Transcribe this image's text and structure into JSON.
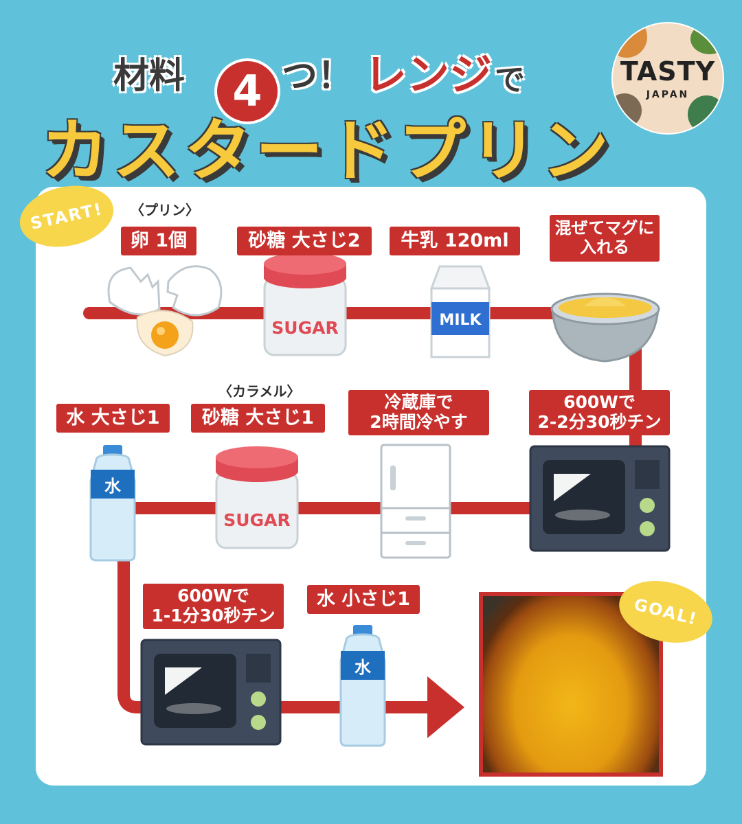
{
  "header": {
    "line1_a": "材料",
    "line1_num": "4",
    "line1_b": "つ！",
    "line1_c": "レンジ",
    "line1_d": "で",
    "title": "カスタードプリン"
  },
  "logo": {
    "brand": "TASTY",
    "sub": "JAPAN"
  },
  "bubbles": {
    "start": "START!",
    "goal": "GOAL!"
  },
  "sections": {
    "pudding": "〈プリン〉",
    "caramel": "〈カラメル〉"
  },
  "steps": [
    {
      "label": "卵 1個"
    },
    {
      "label": "砂糖 大さじ2"
    },
    {
      "label": "牛乳 120ml"
    },
    {
      "label": "混ぜてマグに\n入れる"
    },
    {
      "label": "600Wで\n2-2分30秒チン"
    },
    {
      "label": "冷蔵庫で\n2時間冷やす"
    },
    {
      "label": "砂糖 大さじ1"
    },
    {
      "label": "水 大さじ1"
    },
    {
      "label": "600Wで\n1-1分30秒チン"
    },
    {
      "label": "水 小さじ1"
    }
  ],
  "icon_text": {
    "sugar": "SUGAR",
    "milk": "MILK",
    "water": "水"
  },
  "colors": {
    "accent_red": "#c8302d",
    "background": "#5fc2da",
    "title_yellow": "#f7c93d"
  }
}
